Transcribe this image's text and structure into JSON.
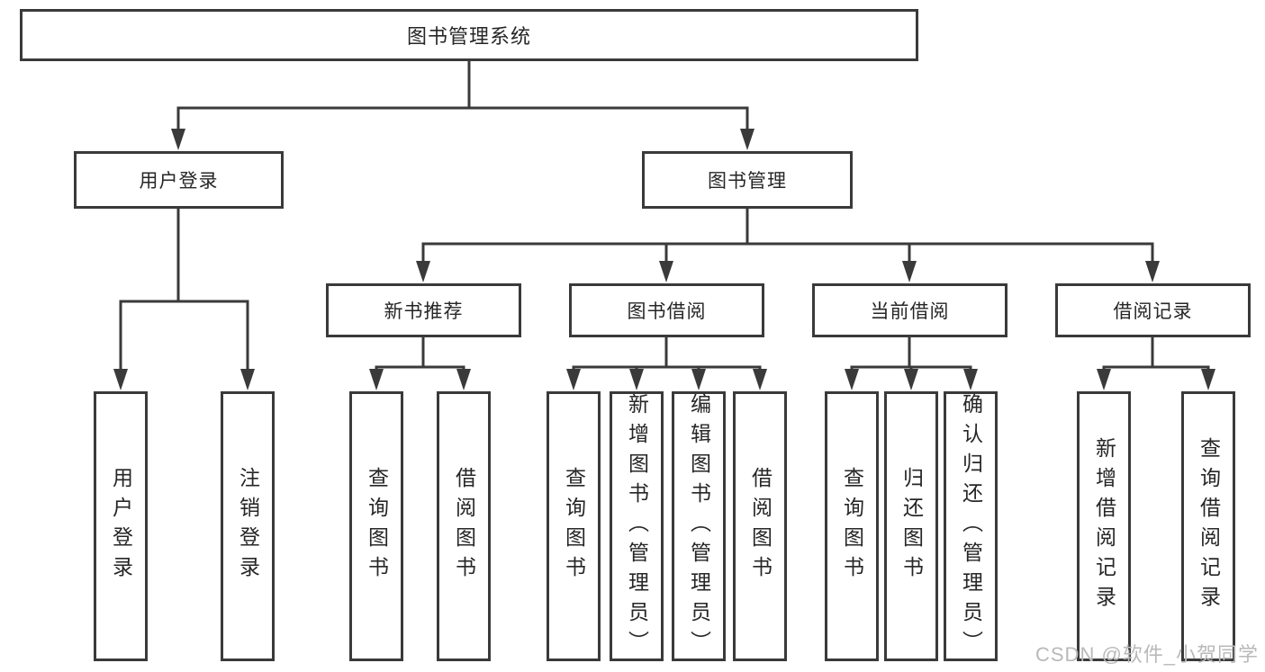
{
  "title": "图书管理系统",
  "watermark": "CSDN @软件_小贺同学",
  "colors": {
    "line": "#3a3a3a",
    "border": "#3a3a3a",
    "text": "#262626",
    "watermark": "#b9b9b9",
    "background": "#ffffff"
  },
  "tree": {
    "label": "图书管理系统",
    "children": [
      {
        "label": "用户登录",
        "children": [
          {
            "label": "用户登录"
          },
          {
            "label": "注销登录"
          }
        ]
      },
      {
        "label": "图书管理",
        "children": [
          {
            "label": "新书推荐",
            "children": [
              {
                "label": "查询图书"
              },
              {
                "label": "借阅图书"
              }
            ]
          },
          {
            "label": "图书借阅",
            "children": [
              {
                "label": "查询图书"
              },
              {
                "label": "新增图书（管理员）"
              },
              {
                "label": "编辑图书（管理员）"
              },
              {
                "label": "借阅图书"
              }
            ]
          },
          {
            "label": "当前借阅",
            "children": [
              {
                "label": "查询图书"
              },
              {
                "label": "归还图书"
              },
              {
                "label": "确认归还（管理员）"
              }
            ]
          },
          {
            "label": "借阅记录",
            "children": [
              {
                "label": "新增借阅记录"
              },
              {
                "label": "查询借阅记录"
              }
            ]
          }
        ]
      }
    ]
  }
}
